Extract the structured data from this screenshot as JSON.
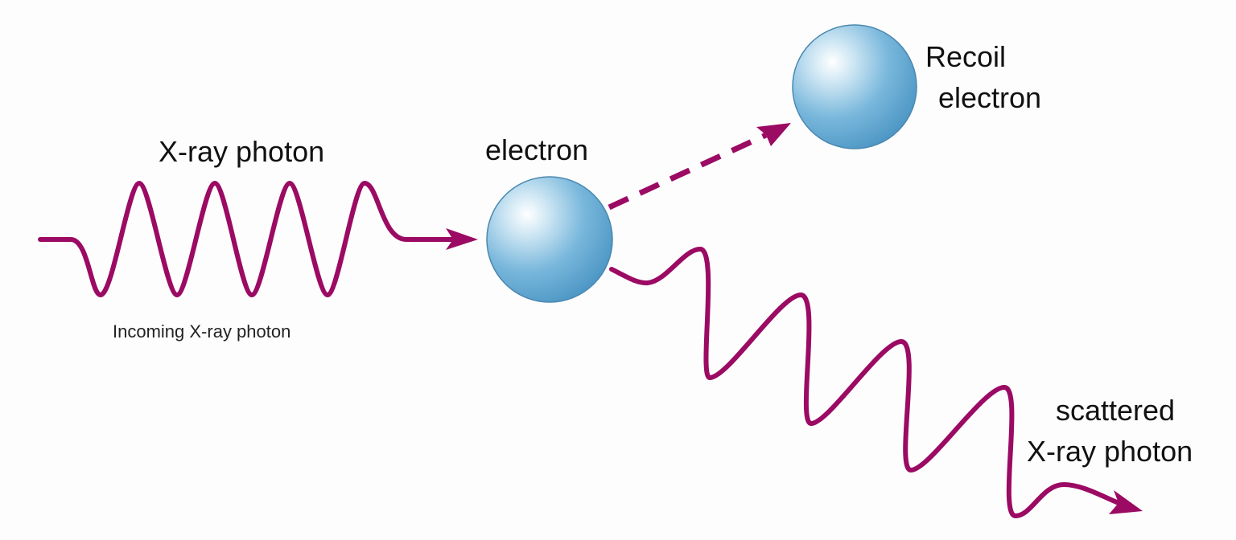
{
  "labels": {
    "xray_photon": "X-ray photon",
    "electron": "electron",
    "recoil_line1": "Recoil",
    "recoil_line2": "electron",
    "incoming": "Incoming X-ray photon",
    "scattered_line1": "scattered",
    "scattered_line2": "X-ray photon"
  },
  "colors": {
    "wave": "#9b0a63",
    "sphere": "#5ea7d2",
    "sphere_edge": "#4a88b0",
    "sphere_highlight": "#ffffff"
  }
}
